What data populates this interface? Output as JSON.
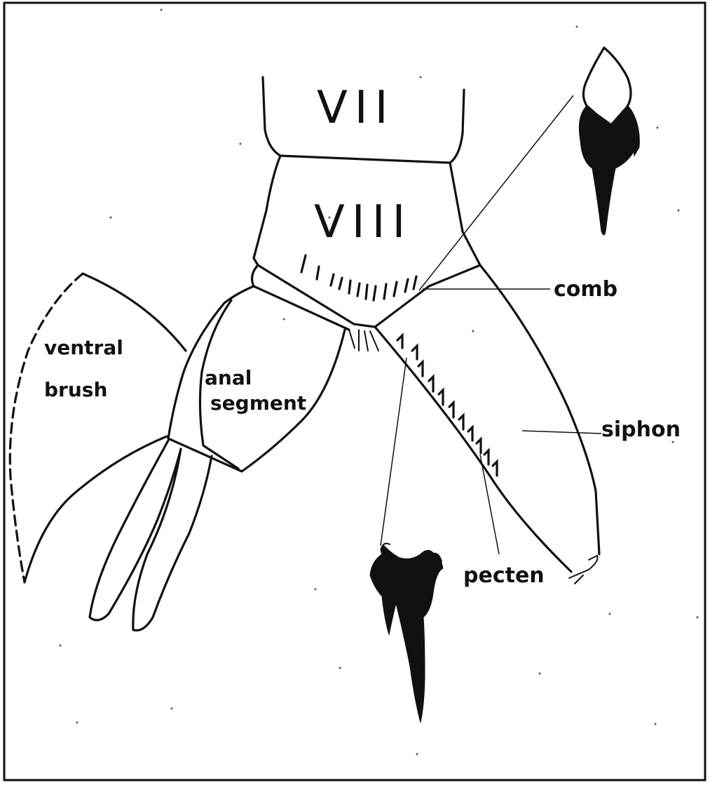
{
  "segments": {
    "seventh": "VII",
    "eighth": "VIII"
  },
  "labels": {
    "comb": "comb",
    "ventral_brush_line1": "ventral",
    "ventral_brush_line2": "brush",
    "anal_segment_line1": "anal",
    "anal_segment_line2": "segment",
    "siphon": "siphon",
    "pecten": "pecten"
  },
  "colors": {
    "ink": "#111111",
    "paper": "#ffffff"
  }
}
